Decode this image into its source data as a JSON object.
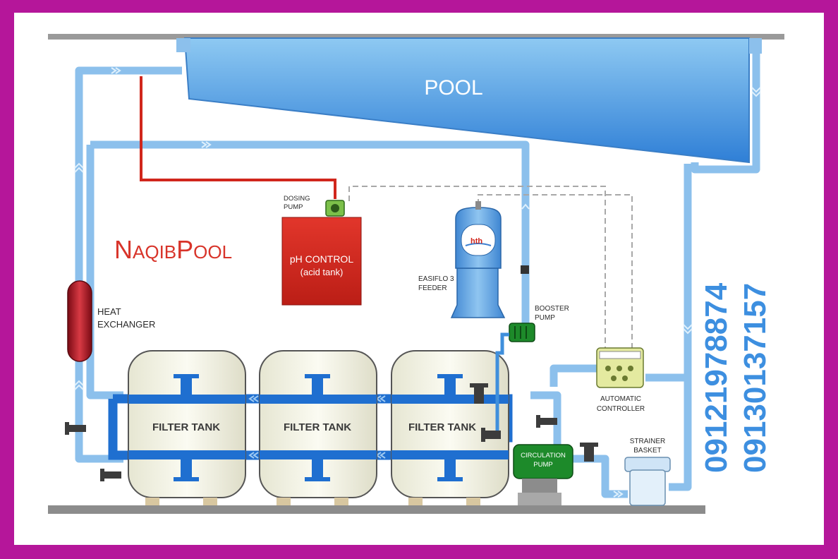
{
  "pool": {
    "label": "POOL"
  },
  "brand": {
    "big1": "N",
    "small1": "AQIB",
    "big2": "P",
    "small2": "OOL"
  },
  "labels": {
    "dosing_pump_1": "DOSING",
    "dosing_pump_2": "PUMP",
    "ph_control_1": "pH CONTROL",
    "ph_control_2": "(acid tank)",
    "feeder_1": "EASIFLO 3",
    "feeder_2": "FEEDER",
    "feeder_brand": "hth",
    "booster_1": "BOOSTER",
    "booster_2": "PUMP",
    "heat_1": "HEAT",
    "heat_2": "EXCHANGER",
    "controller_1": "AUTOMATIC",
    "controller_2": "CONTROLLER",
    "strainer_1": "STRAINER",
    "strainer_2": "BASKET",
    "circulation_1": "CIRCULATION",
    "circulation_2": "PUMP"
  },
  "filter_tanks": [
    "FILTER TANK",
    "FILTER TANK",
    "FILTER TANK"
  ],
  "phones": [
    "09121978874",
    "09130137157"
  ],
  "colors": {
    "frame": "#b5169a",
    "water": "#3f8fdc",
    "pipe_dark": "#1f6fd0",
    "pipe_light": "#8cc0ec",
    "acid_line": "#d0261c",
    "tank_red": "#d42a1e",
    "brand_red": "#d8342a",
    "phone_blue": "#3d8fe0",
    "pump_green": "#1d8a2a"
  }
}
